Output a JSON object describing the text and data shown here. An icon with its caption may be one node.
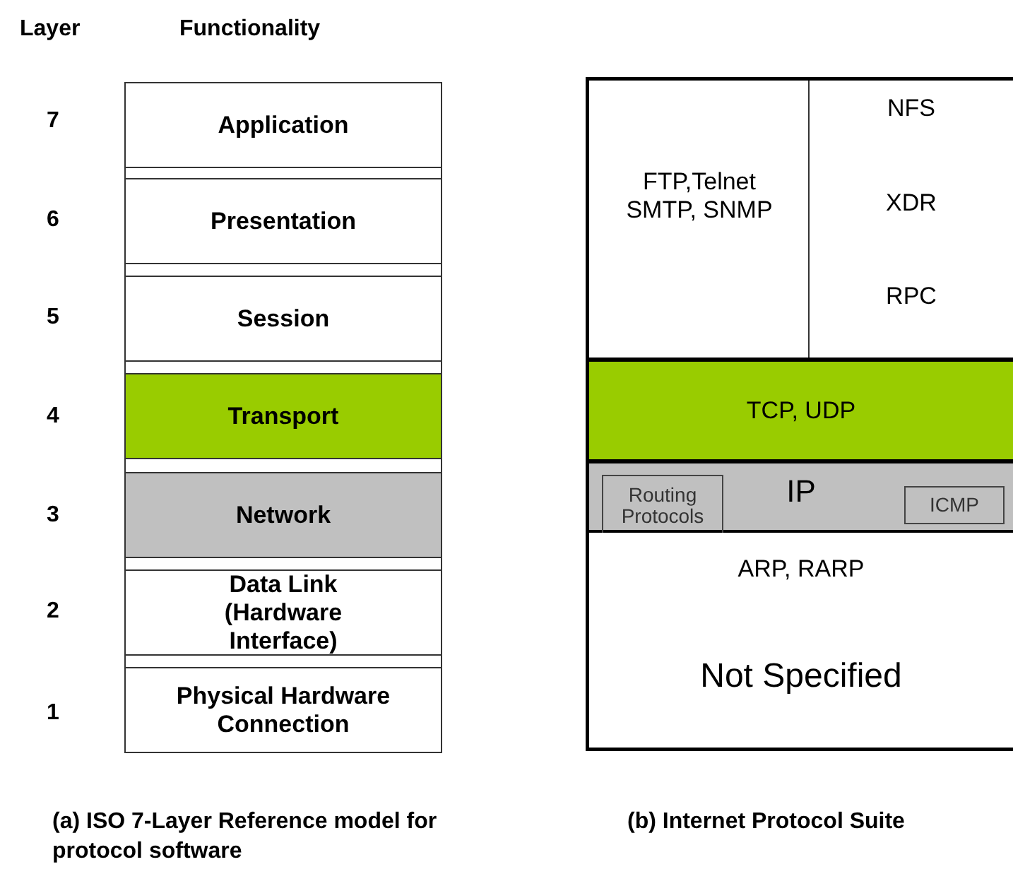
{
  "diagram": {
    "nodes": [
      {
        "text": [
          "Application"
        ]
      },
      {
        "text": [
          "Presentation"
        ]
      },
      {
        "text": [
          "Session"
        ]
      },
      {
        "text": [
          "Transport"
        ]
      },
      {
        "text": [
          "Network"
        ]
      },
      {
        "text": [
          "Data Link (Hardware Interface)"
        ]
      },
      {
        "text": [
          "Physical Hardware Connection"
        ]
      },
      {
        "text": [
          "FTP,Telnet SMTP, SNMP"
        ]
      },
      {
        "text": [
          "NFS"
        ]
      },
      {
        "text": [
          "XDR"
        ]
      },
      {
        "text": [
          "RPC"
        ]
      },
      {
        "text": [
          "TCP, UDP"
        ]
      },
      {
        "text": [
          "IP"
        ]
      },
      {
        "text": [
          "Routing Protocols"
        ],
        "in": 12
      },
      {
        "text": [
          "ICMP"
        ],
        "in": 12
      },
      {
        "text": [
          "ARP, RARP"
        ]
      },
      {
        "text": [
          "Not Specified"
        ]
      }
    ],
    "labels": [
      "Layer",
      "Functionality",
      "7",
      "6",
      "5",
      "4",
      "3",
      "2",
      "1",
      "(a) ISO 7-Layer Reference model for protocol software",
      "(b) Internet Protocol Suite"
    ]
  }
}
